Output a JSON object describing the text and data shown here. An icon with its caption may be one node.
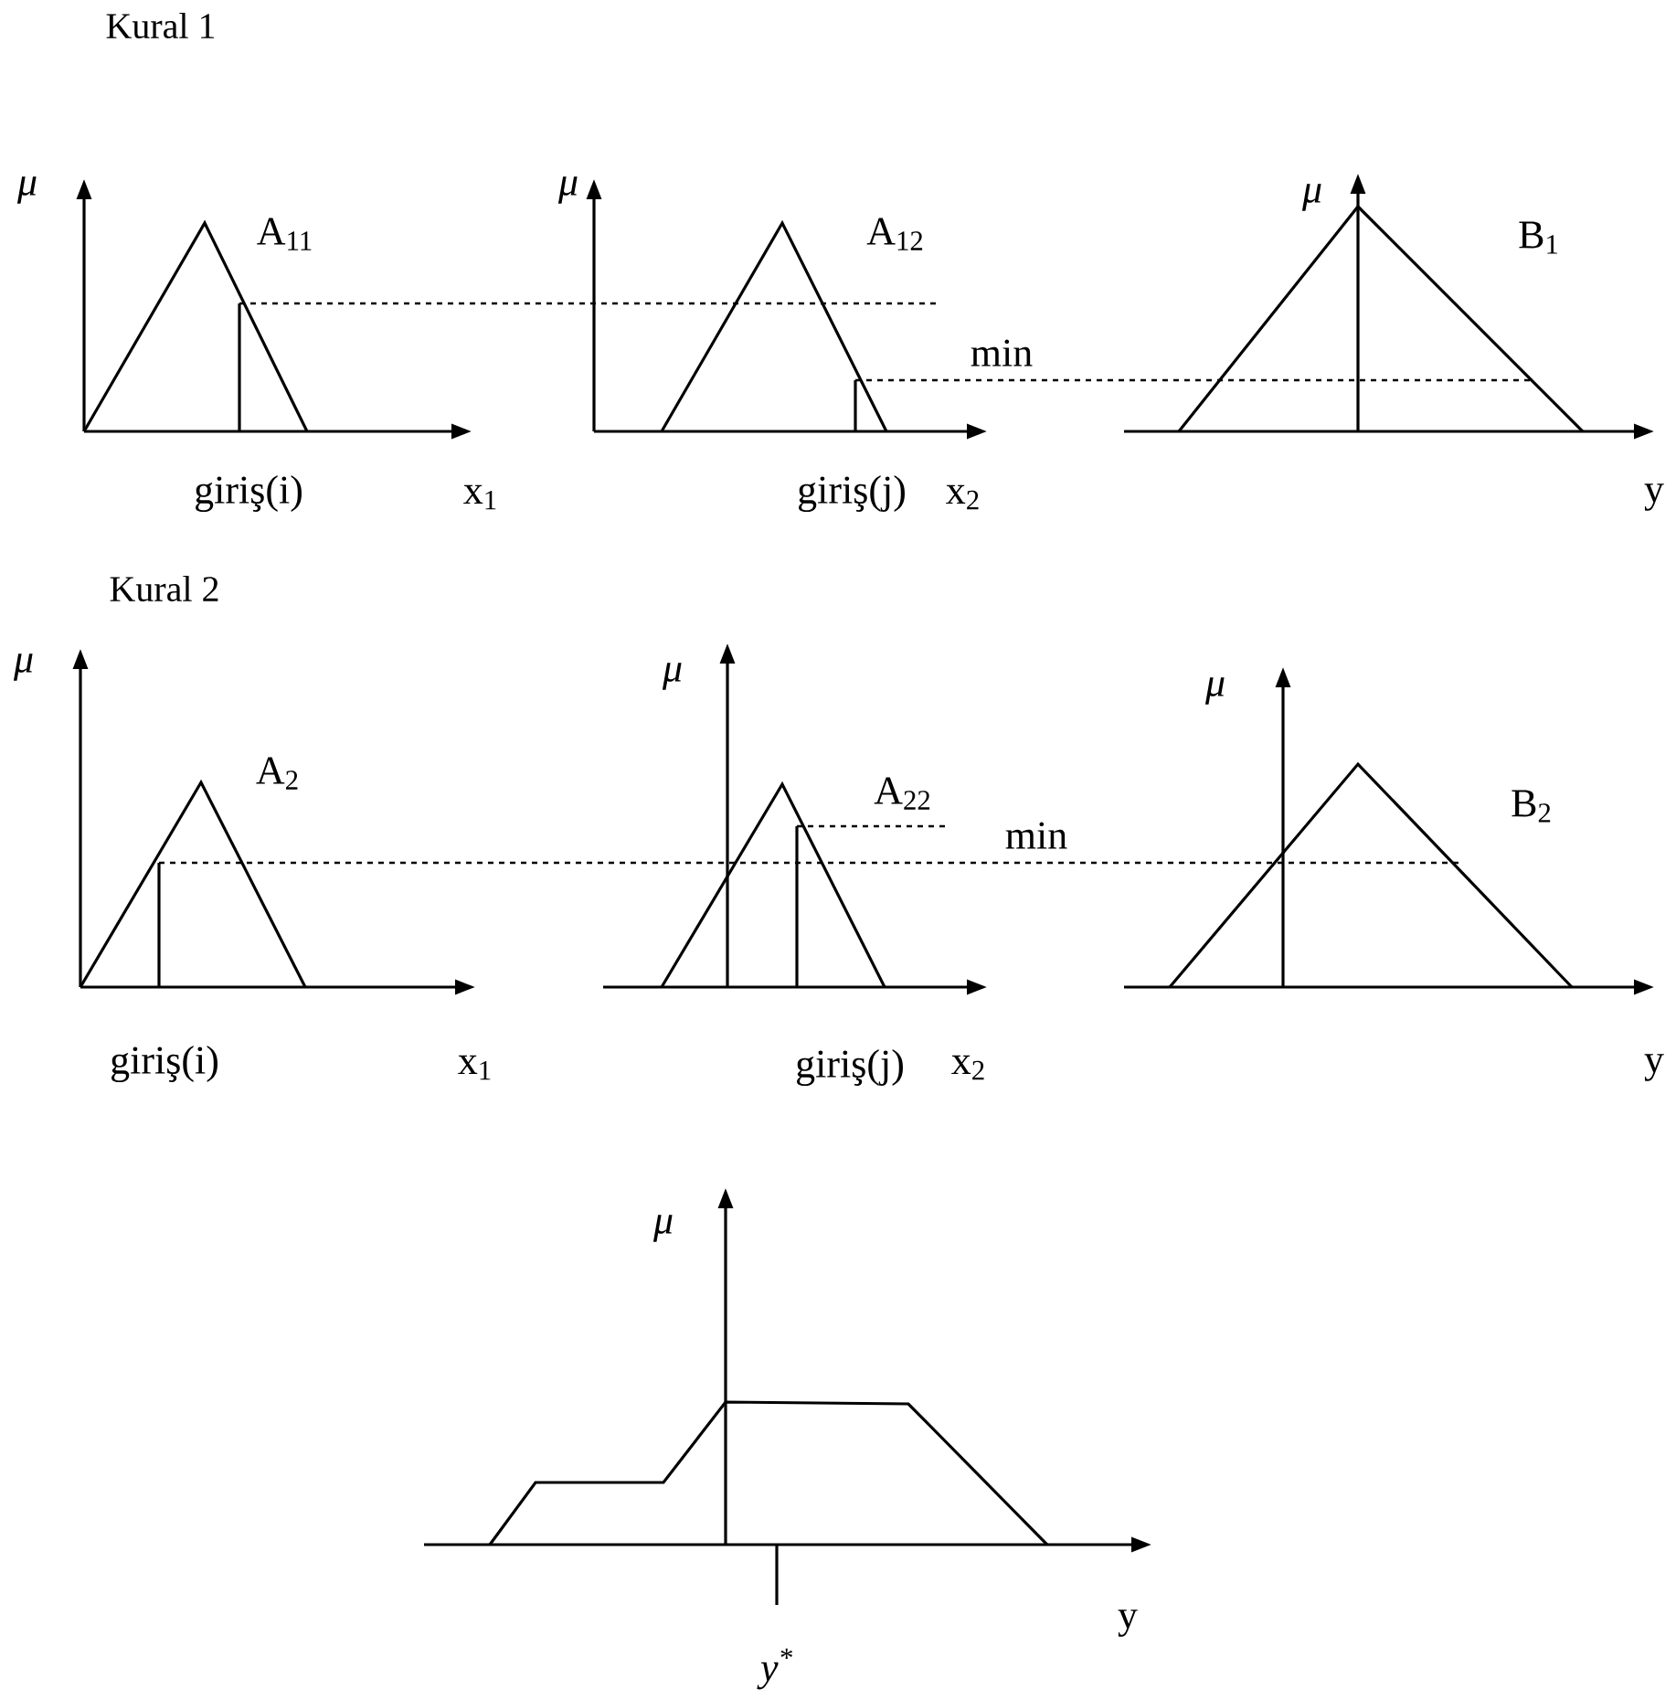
{
  "diagram": {
    "labels": [
      "Kural 1",
      "μ",
      "μ",
      "μ",
      "A$_{11}$",
      "A$_{12}$",
      "B$_{1}$",
      "min",
      "giriş(i)",
      "x$_{1}$",
      "giriş(j)",
      "x$_{2}$",
      "y",
      "Kural 2",
      "μ",
      "μ",
      "μ",
      "A$_{2}$",
      "A$_{22}$",
      "min",
      "B$_{2}$",
      "giriş(i)",
      "x$_{1}$",
      "giriş(j)",
      "x$_{2}$",
      "y",
      "μ",
      "y",
      "y$^{*}$"
    ]
  }
}
